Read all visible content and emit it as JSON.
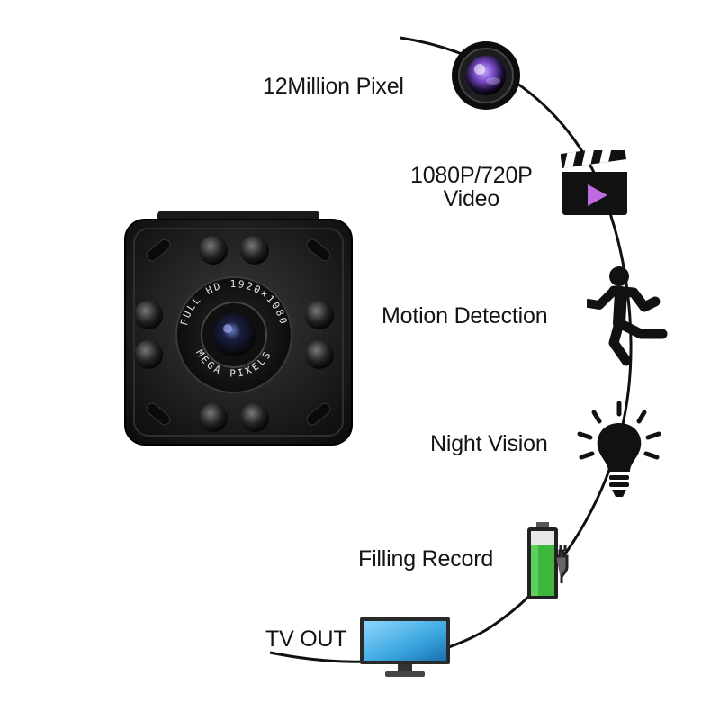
{
  "features": [
    {
      "id": "megapixel",
      "label_lines": [
        "12Million Pixel"
      ],
      "icon": "camera-lens-icon"
    },
    {
      "id": "video",
      "label_lines": [
        "1080P/720P",
        "Video"
      ],
      "icon": "clapperboard-icon"
    },
    {
      "id": "motion",
      "label_lines": [
        "Motion Detection"
      ],
      "icon": "running-person-icon"
    },
    {
      "id": "night",
      "label_lines": [
        "Night Vision"
      ],
      "icon": "light-bulb-icon"
    },
    {
      "id": "filling",
      "label_lines": [
        "Filling Record"
      ],
      "icon": "battery-charging-icon"
    },
    {
      "id": "tvout",
      "label_lines": [
        "TV OUT"
      ],
      "icon": "monitor-icon"
    }
  ],
  "product": {
    "lens_ring_text_top": "FULL HD 1920×1080",
    "lens_ring_text_bottom": "MEGA PIXELS"
  },
  "colors": {
    "curve": "#111111",
    "battery_green": "#3db83d",
    "monitor_blue": "#3aa6e0",
    "lens_purple": "#7a4cc8"
  }
}
